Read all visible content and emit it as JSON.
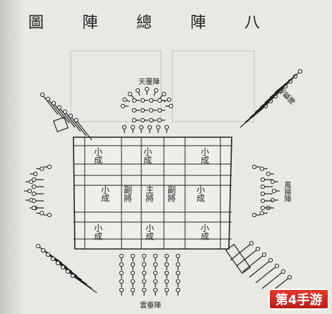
{
  "title": [
    "八",
    "陣",
    "總",
    "陣",
    "圖"
  ],
  "formations": {
    "top": "天覆陣",
    "top_right": "地載陣",
    "right": "風揚陣",
    "bottom": "雲垂陣"
  },
  "grid": {
    "top_left": "小成",
    "top_center": "小成",
    "top_right": "小成",
    "left_center": "小成",
    "center_left": "副將",
    "center": "主將",
    "center_right": "副將",
    "right_center": "小成",
    "bottom_left": "小成",
    "bottom_center": "小成",
    "bottom_right": "小成"
  },
  "watermark": "第4手游"
}
